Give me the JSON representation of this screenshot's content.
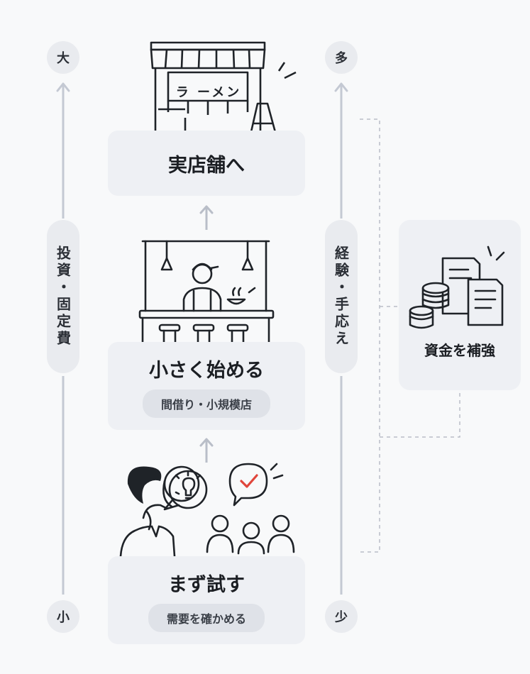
{
  "left_axis": {
    "top": "大",
    "bottom": "小",
    "label": "投資・固定費"
  },
  "right_axis": {
    "top": "多",
    "bottom": "少",
    "label": "経験・手応え"
  },
  "steps": [
    {
      "title": "実店舗へ",
      "sign": "ラ ーメン"
    },
    {
      "title": "小さく始める",
      "sub": "間借り・小規模店"
    },
    {
      "title": "まず試す",
      "sub": "需要を確かめる"
    }
  ],
  "side": {
    "label": "資金を補強"
  },
  "colors": {
    "axis": "#c4c9d3",
    "card": "#eef0f4",
    "accent_check": "#e0453b",
    "line": "#1f2328"
  },
  "icons": [
    "ramen-shop-icon",
    "small-stall-icon",
    "thinking-person-icon",
    "audience-icon",
    "money-documents-icon"
  ]
}
